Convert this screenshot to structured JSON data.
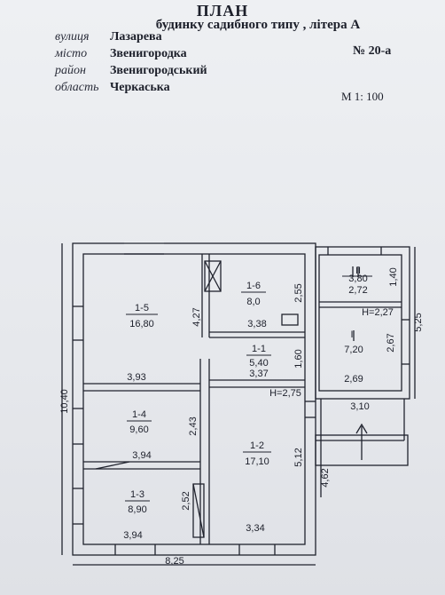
{
  "header": {
    "title": "ПЛАН",
    "subtitle": "будинку садибного типу , літера А",
    "fields": [
      {
        "label": "вулиця",
        "value": "Лазарева"
      },
      {
        "label": "місто",
        "value": "Звенигородка"
      },
      {
        "label": "район",
        "value": "Звенигородський"
      },
      {
        "label": "область",
        "value": "Черкаська"
      }
    ],
    "number": "№ 20-а",
    "scale": "М 1: 100"
  },
  "rooms": [
    {
      "id": "1-5",
      "area": "16,80"
    },
    {
      "id": "1-6",
      "area": "8,0"
    },
    {
      "id": "1-1",
      "area": "5,40"
    },
    {
      "id": "1-4",
      "area": "9,60"
    },
    {
      "id": "1-2",
      "area": "17,10"
    },
    {
      "id": "1-3",
      "area": "8,90"
    },
    {
      "id": "I",
      "area": "7,20"
    },
    {
      "id": "II",
      "area": "3,80"
    }
  ],
  "dimensions": {
    "overall_width": "8,25",
    "overall_height": "10,40",
    "r15_width": "3,93",
    "r15_height": "4,27",
    "r16_width": "3,38",
    "r16_height": "2,55",
    "r11_width": "3,37",
    "r11_height": "1,60",
    "h_main": "Н=2,75",
    "r14_width": "3,94",
    "r14_height": "2,43",
    "r12_height": "5,12",
    "r13_width": "3,94",
    "r13_height": "2,52",
    "r12_width": "3,34",
    "ii_width": "2,72",
    "ii_height": "1,40",
    "h_ext": "Н=2,27",
    "i_width": "2,69",
    "i_height": "2,67",
    "ext_width": "3,10",
    "ext_height": "5,25",
    "porch_height": "4,62"
  }
}
